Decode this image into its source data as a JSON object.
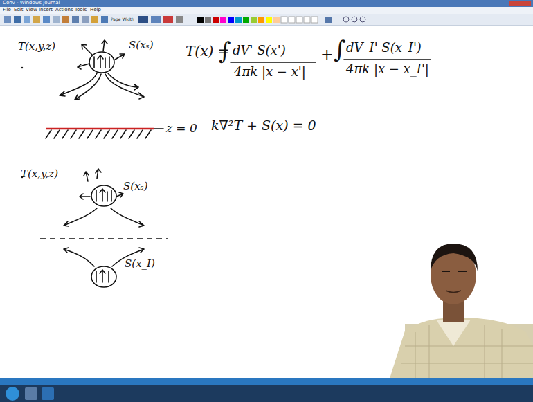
{
  "diagram": {
    "labels": [
      "Conv - Windows Journal",
      "File",
      "Edit",
      "View",
      "Insert",
      "Actions",
      "Tools",
      "Help",
      "Page Width",
      "T(x,y,z)",
      "S(xₛ)",
      "T(x) =",
      "∫",
      "dV' S(x')",
      "4πk |x − x'|",
      "+",
      "∫",
      "dV_I' S(x_I')",
      "4πk |x − x_I'|",
      "z = 0",
      "k∇²T + S(x) = 0",
      "T(x,y,z)",
      "S(xₛ)",
      "S(x_I)"
    ]
  }
}
